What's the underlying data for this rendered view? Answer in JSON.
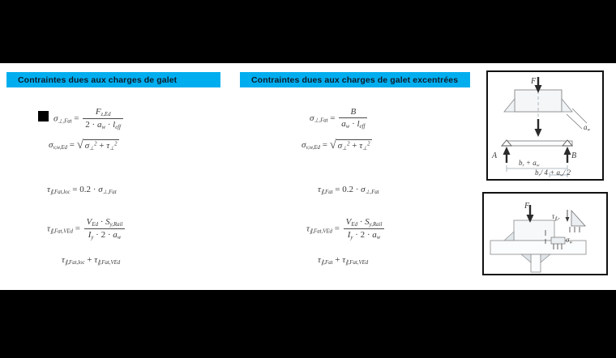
{
  "slide": {
    "background_color": "#ffffff",
    "letterbox_color": "#000000",
    "accent_color": "#00AEEF"
  },
  "headers": {
    "left": "Contraintes dues aux charges de galet",
    "right": "Contraintes dues aux charges de galet excentrées"
  },
  "left_column": {
    "formula_1": {
      "lhs": "σ",
      "lhs_sub": "⊥,Fat",
      "eq": "=",
      "numerator": "F",
      "numerator_sub": "z,Ed",
      "den_a": "2",
      "den_b": "a",
      "den_b_sub": "w",
      "den_c": "l",
      "den_c_sub": "eff"
    },
    "formula_2": {
      "lhs": "σ",
      "lhs_sub": "v,w,Ed",
      "eq": "=",
      "term_1": "σ",
      "term_1_sub": "⊥",
      "term_1_sup": "2",
      "plus": "+",
      "term_2": "τ",
      "term_2_sub": "⊥",
      "term_2_sup": "2"
    },
    "formula_3": {
      "lhs": "τ",
      "lhs_sub": "∥,Fat,loc",
      "eq": "=",
      "coefficient": "0.2",
      "dot": "·",
      "rhs": "σ",
      "rhs_sub": "⊥,Fat"
    },
    "formula_4": {
      "lhs": "τ",
      "lhs_sub": "∥,Fat,VEd",
      "eq": "=",
      "num_a": "V",
      "num_a_sub": "Ed",
      "num_b": "S",
      "num_b_sub": "y,Rail",
      "den_a": "I",
      "den_a_sub": "y",
      "den_b": "2",
      "den_c": "a",
      "den_c_sub": "w"
    },
    "formula_5": {
      "term_1": "τ",
      "term_1_sub": "∥,Fat,loc",
      "plus": "+",
      "term_2": "τ",
      "term_2_sub": "∥,Fat,VEd"
    }
  },
  "right_column": {
    "formula_1": {
      "lhs": "σ",
      "lhs_sub": "⊥,Fat",
      "eq": "=",
      "numerator": "B",
      "den_a": "a",
      "den_a_sub": "w",
      "den_b": "l",
      "den_b_sub": "eff"
    },
    "formula_2": {
      "lhs": "σ",
      "lhs_sub": "v,w,Ed",
      "eq": "=",
      "term_1": "σ",
      "term_1_sub": "⊥",
      "term_1_sup": "2",
      "plus": "+",
      "term_2": "τ",
      "term_2_sub": "⊥",
      "term_2_sup": "2"
    },
    "formula_3": {
      "lhs": "τ",
      "lhs_sub": "∥,Fat",
      "eq": "=",
      "coefficient": "0.2",
      "dot": "·",
      "rhs": "σ",
      "rhs_sub": "⊥,Fat"
    },
    "formula_4": {
      "lhs": "τ",
      "lhs_sub": "∥,Fat,VEd",
      "eq": "=",
      "num_a": "V",
      "num_a_sub": "Ed",
      "num_b": "S",
      "num_b_sub": "y,Rail",
      "den_a": "I",
      "den_a_sub": "y",
      "den_b": "2",
      "den_c": "a",
      "den_c_sub": "w"
    },
    "formula_5": {
      "term_1": "τ",
      "term_1_sub": "∥,Fat",
      "plus": "+",
      "term_2": "τ",
      "term_2_sub": "∥,Fat,VEd"
    }
  },
  "diagram_top": {
    "label_force": "F",
    "label_support_a": "A",
    "label_support_b": "B",
    "label_weld_throat": "a",
    "label_weld_throat_sub": "w",
    "label_dim_1": "b",
    "label_dim_1_sub": "r",
    "label_dim_1_rest": "+ a",
    "label_dim_1_rest_sub": "w",
    "label_dim_2": "b",
    "label_dim_2_sub": "r",
    "label_dim_2_rest": "/ 4 + a",
    "label_dim_2_rest_sub": "w",
    "label_dim_2_tail": "/ 2"
  },
  "diagram_bottom": {
    "label_force": "F",
    "label_tau": "τ",
    "label_tau_sub": "∥,r",
    "label_sigma": "σ",
    "label_sigma_sub": "w"
  }
}
